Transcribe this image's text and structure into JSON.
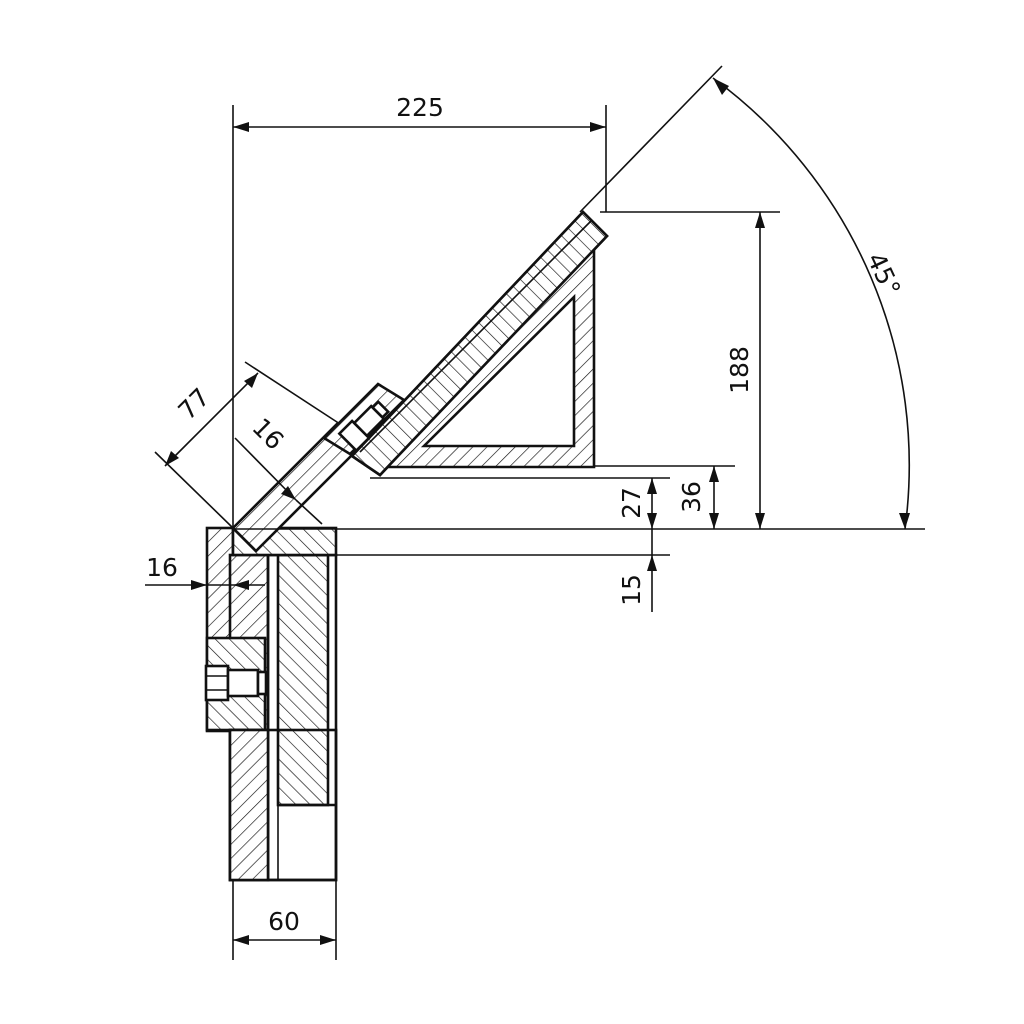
{
  "drawing": {
    "dimensions": {
      "width_top": "225",
      "height_right": "188",
      "angle": "45°",
      "arm_length": "77",
      "arm_thickness": "16",
      "height_27": "27",
      "height_36": "36",
      "plate_15": "15",
      "wall_16": "16",
      "base_width": "60"
    }
  }
}
